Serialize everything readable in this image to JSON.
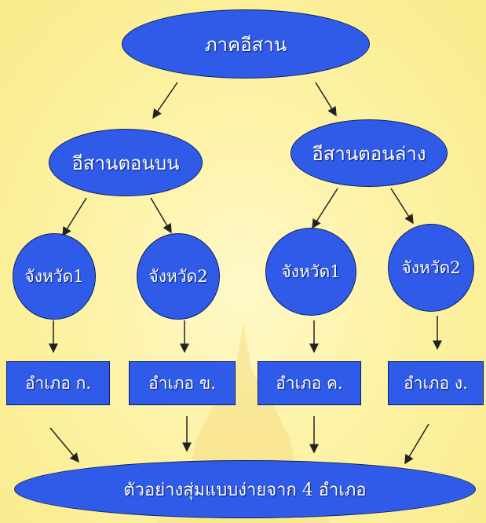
{
  "diagram": {
    "root": "ภาคอีสาน",
    "regions": [
      "อีสานตอนบน",
      "อีสานตอนล่าง"
    ],
    "provinces": [
      "จังหวัด1",
      "จังหวัด2",
      "จังหวัด1",
      "จังหวัด2"
    ],
    "districts": [
      "อำเภอ ก.",
      "อำเภอ ข.",
      "อำเภอ ค.",
      "อำเภอ ง."
    ],
    "result": "ตัวอย่างสุ่มแบบง่ายจาก 4 อำเภอ"
  },
  "colors": {
    "node_fill": "#2f5be8",
    "node_border": "#0b1f66",
    "arrow": "#222222",
    "background": "#fdf3a6"
  }
}
